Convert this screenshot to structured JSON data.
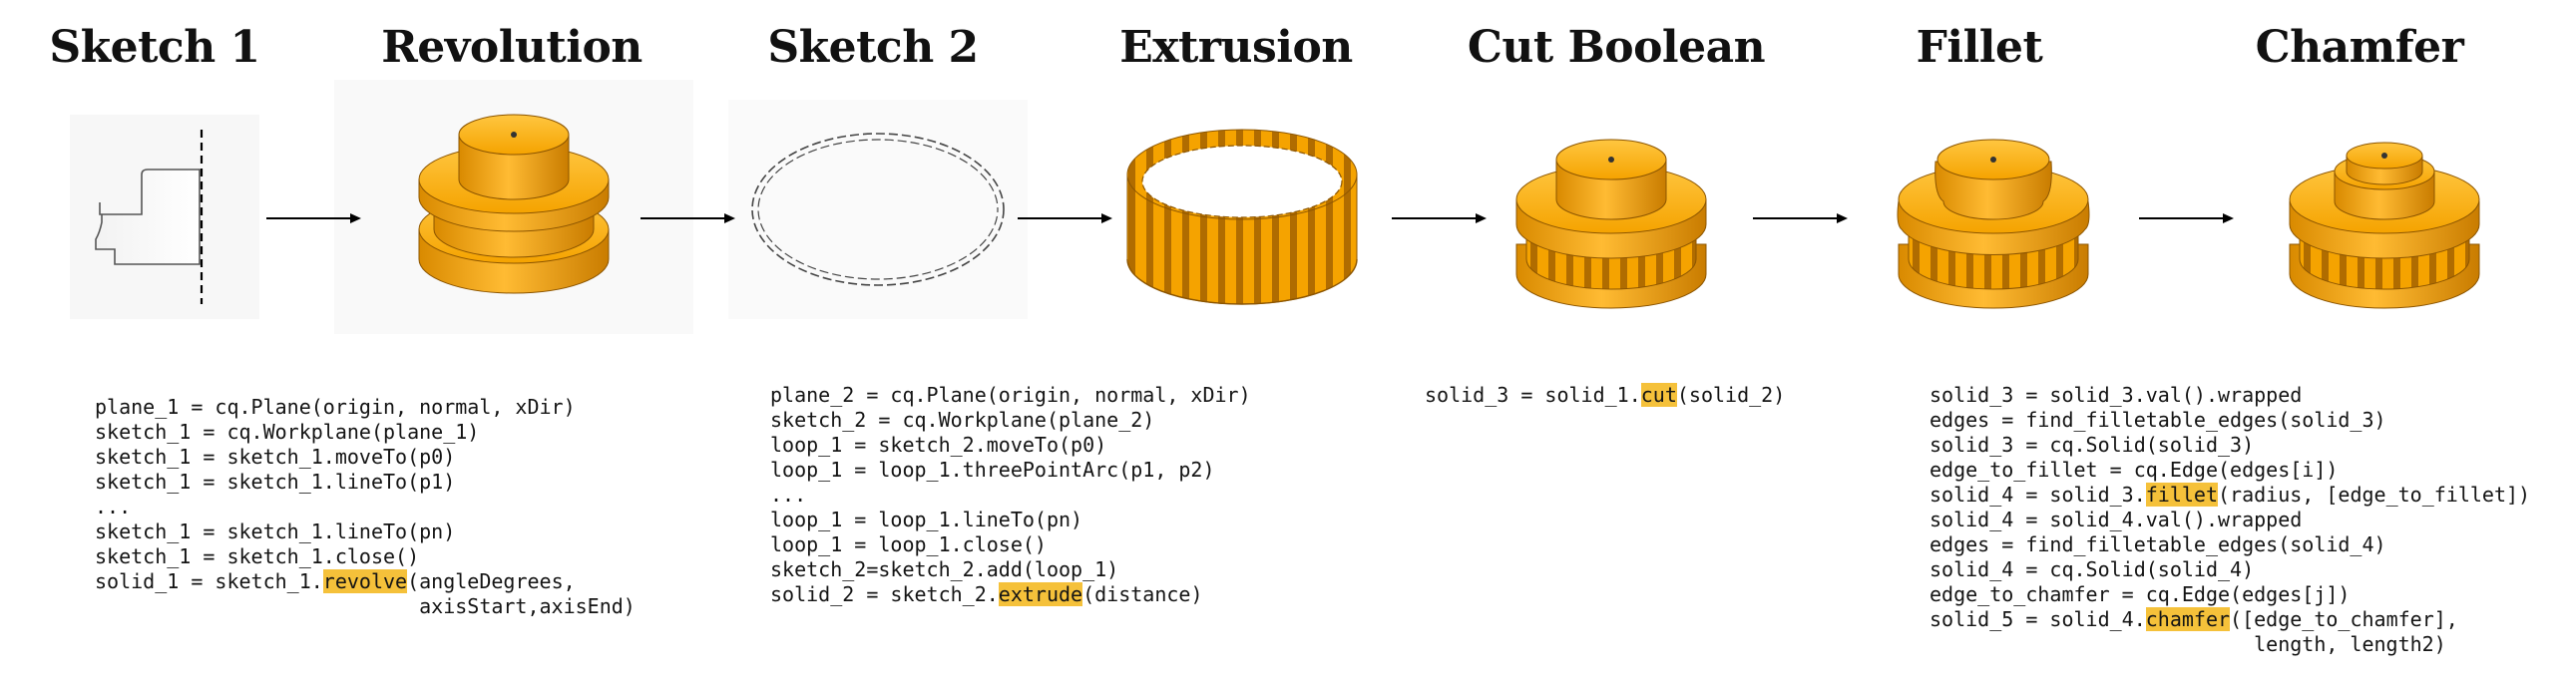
{
  "steps": [
    {
      "title": "Sketch 1"
    },
    {
      "title": "Revolution"
    },
    {
      "title": "Sketch 2"
    },
    {
      "title": "Extrusion"
    },
    {
      "title": "Cut Boolean"
    },
    {
      "title": "Fillet"
    },
    {
      "title": "Chamfer"
    }
  ],
  "colors": {
    "part": "#f5a300",
    "part_light": "#ffc640",
    "part_dark": "#b06c00",
    "highlight": "#f5c13a"
  },
  "code_blocks": {
    "revolve": {
      "lines": [
        "plane_1 = cq.Plane(origin, normal, xDir)",
        "sketch_1 = cq.Workplane(plane_1)",
        "sketch_1 = sketch_1.moveTo(p0)",
        "sketch_1 = sketch_1.lineTo(p1)",
        "...",
        "sketch_1 = sketch_1.lineTo(pn)",
        "sketch_1 = sketch_1.close()"
      ],
      "hl_pre": "solid_1 = sketch_1.",
      "hl_word": "revolve",
      "hl_post": "(angleDegrees,",
      "tail": "                           axisStart,axisEnd)"
    },
    "extrude": {
      "lines": [
        "plane_2 = cq.Plane(origin, normal, xDir)",
        "sketch_2 = cq.Workplane(plane_2)",
        "loop_1 = sketch_2.moveTo(p0)",
        "loop_1 = loop_1.threePointArc(p1, p2)",
        "...",
        "loop_1 = loop_1.lineTo(pn)",
        "loop_1 = loop_1.close()",
        "sketch_2=sketch_2.add(loop_1)"
      ],
      "hl_pre": "solid_2 = sketch_2.",
      "hl_word": "extrude",
      "hl_post": "(distance)"
    },
    "cut": {
      "hl_pre": "solid_3 = solid_1.",
      "hl_word": "cut",
      "hl_post": "(solid_2)"
    },
    "fillet_chamfer": {
      "lines_a": [
        "solid_3 = solid_3.val().wrapped",
        "edges = find_filletable_edges(solid_3)",
        "solid_3 = cq.Solid(solid_3)",
        "edge_to_fillet = cq.Edge(edges[i])"
      ],
      "fillet_pre": "solid_4 = solid_3.",
      "fillet_word": "fillet",
      "fillet_post": "(radius, [edge_to_fillet])",
      "lines_b": [
        "solid_4 = solid_4.val().wrapped",
        "edges = find_filletable_edges(solid_4)",
        "solid_4 = cq.Solid(solid_4)",
        "edge_to_chamfer = cq.Edge(edges[j])"
      ],
      "chamfer_pre": "solid_5 = solid_4.",
      "chamfer_word": "chamfer",
      "chamfer_post": "([edge_to_chamfer],",
      "tail": "                           length, length2)"
    }
  }
}
